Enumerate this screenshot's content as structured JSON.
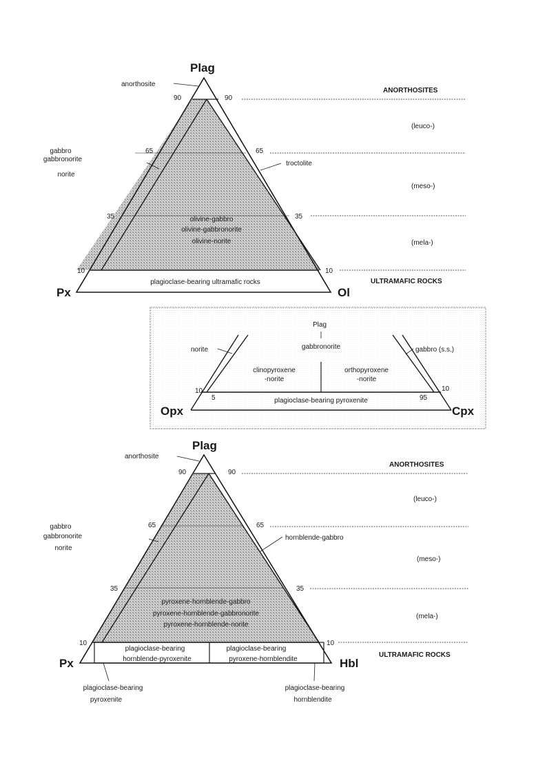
{
  "top_diagram": {
    "apex_top": "Plag",
    "apex_left": "Px",
    "apex_right": "Ol",
    "labels": {
      "anorthosite": "anorthosite",
      "gabbro_group": [
        "gabbro",
        "gabbronorite",
        "norite"
      ],
      "troctolite": "troctolite",
      "olivine_group": [
        "olivine-gabbro",
        "olivine-gabbronorite",
        "olivine-norite"
      ],
      "ultramafic_band": "plagioclase-bearing ultramafic rocks"
    },
    "ticks_left": [
      "90",
      "65",
      "35",
      "10"
    ],
    "ticks_right": [
      "90",
      "65",
      "35",
      "10"
    ],
    "right_column": [
      "ANORTHOSITES",
      "(leuco-)",
      "(meso-)",
      "(mela-)",
      "ULTRAMAFIC ROCKS"
    ]
  },
  "inset_diagram": {
    "apex_top": "Plag",
    "apex_left": "Opx",
    "apex_right": "Cpx",
    "labels": {
      "norite": "norite",
      "gabbronorite": "gabbronorite",
      "gabbro_ss": "gabbro (s.s.)",
      "clino_line1": "clinopyroxene",
      "clino_line2": "-norite",
      "ortho_line1": "orthopyroxene",
      "ortho_line2": "-norite",
      "band": "plagioclase-bearing pyroxenite"
    },
    "ticks": {
      "left_10": "10",
      "left_5": "5",
      "right_95": "95",
      "right_10": "10"
    }
  },
  "bottom_diagram": {
    "apex_top": "Plag",
    "apex_left": "Px",
    "apex_right": "Hbl",
    "labels": {
      "anorthosite": "anorthosite",
      "gabbro_group": [
        "gabbro",
        "gabbronorite",
        "norite"
      ],
      "hornblende_gabbro": "hornblende-gabbro",
      "pxhbl_group": [
        "pyroxene-hornblende-gabbro",
        "pyroxene-hornblende-gabbronorite",
        "pyroxene-hornblende-norite"
      ],
      "band_left": [
        "plagioclase-bearing",
        "hornblende-pyroxenite"
      ],
      "band_right": [
        "plagioclase-bearing",
        "pyroxene-hornblendite"
      ],
      "below_left": [
        "plagioclase-bearing",
        "pyroxenite"
      ],
      "below_right": [
        "plagioclase-bearing",
        "hornblendite"
      ]
    },
    "ticks_left": [
      "90",
      "65",
      "35",
      "10"
    ],
    "ticks_right": [
      "90",
      "65",
      "35",
      "10"
    ],
    "right_column": [
      "ANORTHOSITES",
      "(leuco-)",
      "(meso-)",
      "(mela-)",
      "ULTRAMAFIC ROCKS"
    ]
  },
  "colors": {
    "ink": "#1a1a1a",
    "shade": "#bdbdbd",
    "paper": "#ffffff"
  }
}
